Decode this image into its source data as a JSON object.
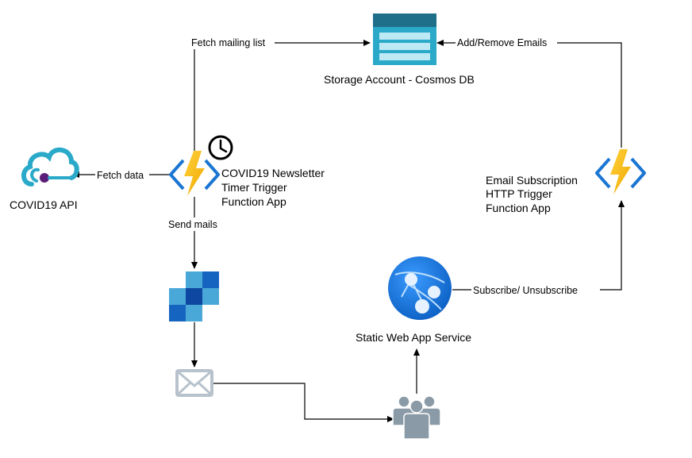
{
  "nodes": {
    "storage": {
      "label": "Storage Account - Cosmos DB"
    },
    "covid_api": {
      "label": "COVID19 API"
    },
    "newsletter": {
      "lines": [
        "COVID19 Newsletter",
        "Timer Trigger",
        "Function App"
      ]
    },
    "subscription": {
      "lines": [
        "Email Subscription",
        "HTTP Trigger",
        "Function App"
      ]
    },
    "static_web_app": {
      "label": "Static Web App Service"
    }
  },
  "edges": {
    "fetch_mailing_list": "Fetch mailing list",
    "add_remove_emails": "Add/Remove Emails",
    "fetch_data": "Fetch data",
    "send_mails": "Send mails",
    "subscribe_unsubscribe": "Subscribe/ Unsubscribe"
  },
  "colors": {
    "azure_blue": "#1a76d2",
    "cosmos_teal": "#2aa9c9",
    "function_yellow": "#f5bf00",
    "users_gray": "#8a9aa6",
    "mail_gray": "#b8c2cc"
  }
}
